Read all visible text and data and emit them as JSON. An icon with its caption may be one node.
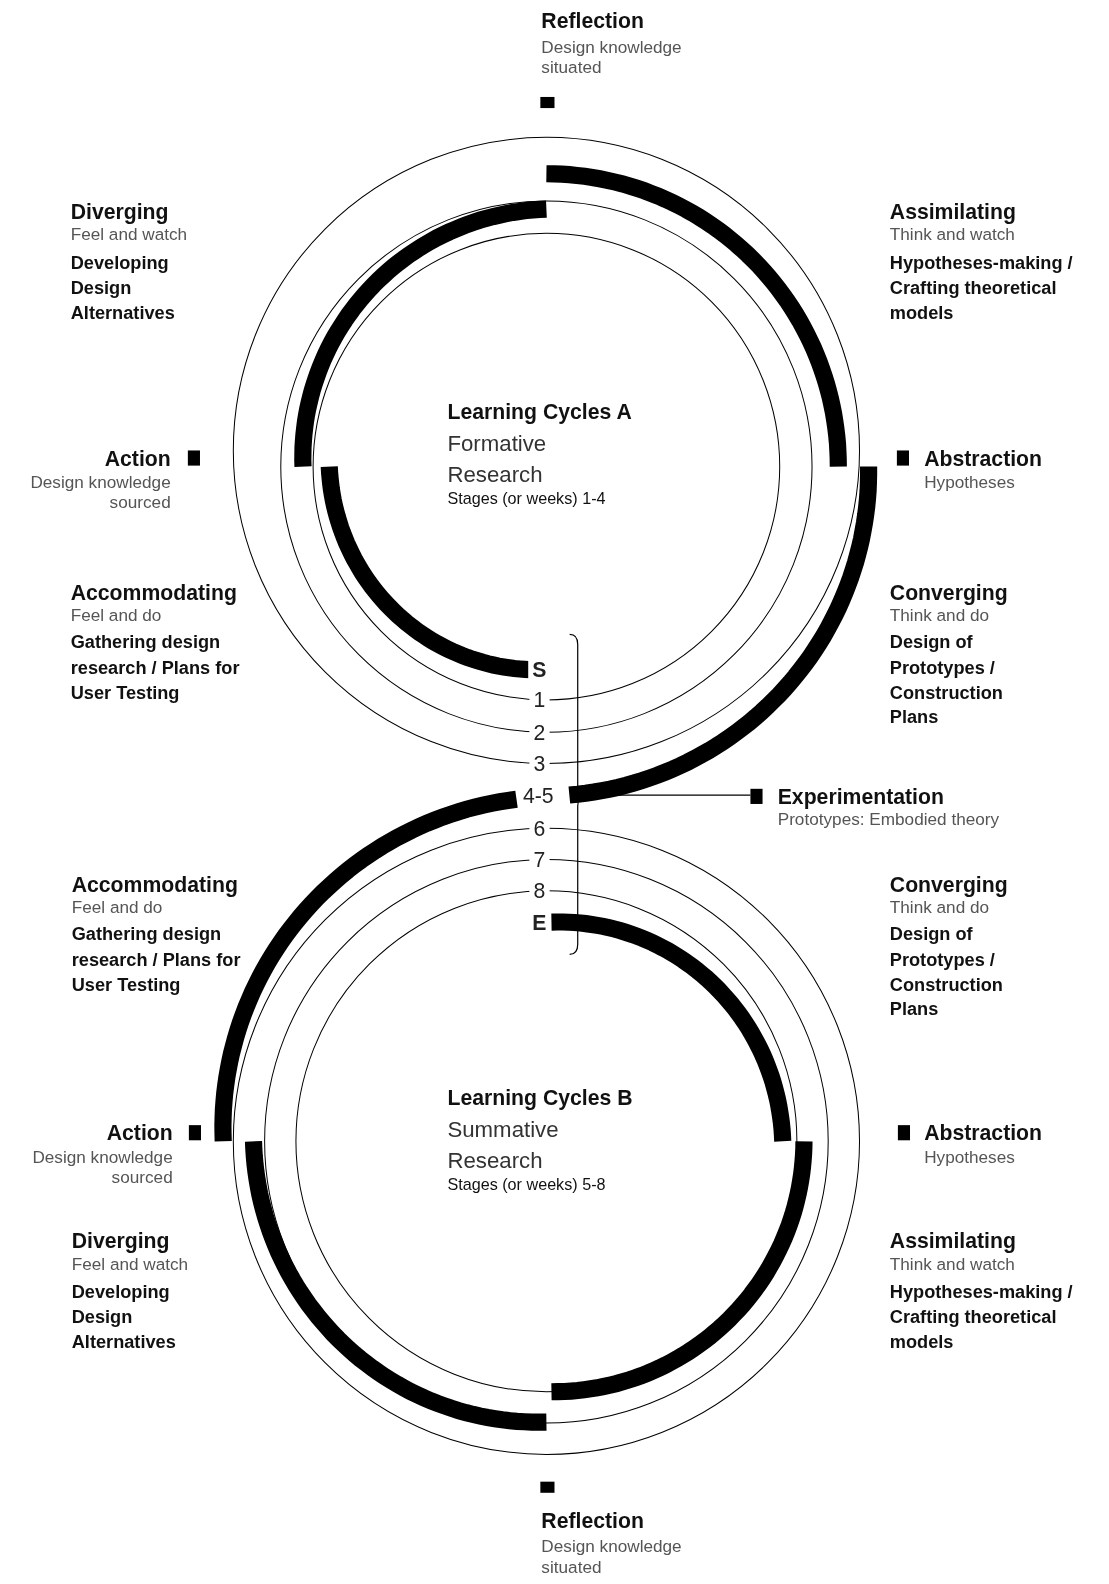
{
  "diagram": {
    "nodes": [
      {
        "text": [
          "Experimentation",
          "Prototypes: Embodied theory"
        ]
      },
      {
        "text": [],
        "shape": "bracket"
      }
    ],
    "edges": [
      {
        "from": 0,
        "to": 1,
        "arrow": "none"
      }
    ],
    "labels": [
      "Reflection",
      "Design knowledge situated",
      "Diverging",
      "Feel and watch",
      "Developing Design Alternatives",
      "Assimilating",
      "Think and watch",
      "Hypotheses-making / Crafting theoretical models",
      "Learning Cycles A",
      "Formative Research",
      "Stages (or weeks) 1-4",
      "Action",
      "Design knowledge sourced",
      "Abstraction",
      "Hypotheses",
      "Accommodating",
      "Feel and do",
      "Gathering design research / Plans for User Testing",
      "Converging",
      "Think and do",
      "Design of Prototypes / Construction Plans",
      "S",
      "1",
      "2",
      "3",
      "4-5",
      "6",
      "7",
      "8",
      "E",
      "Accommodating",
      "Feel and do",
      "Gathering design research / Plans for User Testing",
      "Converging",
      "Think and do",
      "Design of Prototypes / Construction Plans",
      "Learning Cycles B",
      "Summative Research",
      "Stages (or weeks) 5-8",
      "Action",
      "Design knowledge sourced",
      "Abstraction",
      "Hypotheses",
      "Diverging",
      "Feel and watch",
      "Developing Design Alternatives",
      "Assimilating",
      "Think and watch",
      "Hypotheses-making / Crafting theoretical models",
      "Reflection",
      "Design knowledge situated"
    ]
  }
}
